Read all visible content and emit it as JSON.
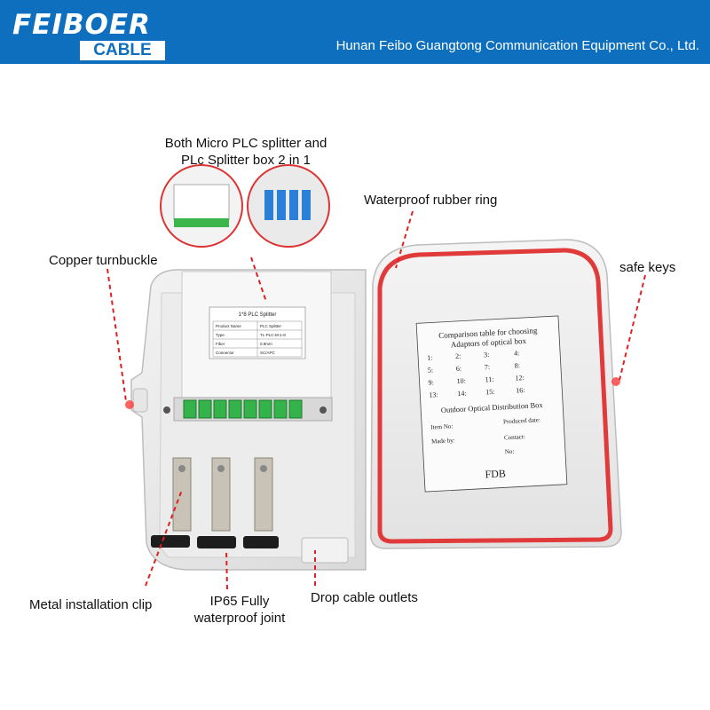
{
  "header": {
    "logo_text": "FEIBOER",
    "logo_subtext": "CABLE",
    "company_name": "Hunan Feibo Guangtong Communication Equipment Co., Ltd.",
    "brand_color": "#0e6fbf"
  },
  "callouts": {
    "plc_combo_line1": "Both Micro PLC splitter and",
    "plc_combo_line2": "PLc Splitter box 2 in 1",
    "waterproof_ring": "Waterproof rubber ring",
    "copper_turnbuckle": "Copper turnbuckle",
    "safe_keys": "safe keys",
    "metal_clip": "Metal installation clip",
    "ip65_line1": "IP65 Fully",
    "ip65_line2": "waterproof joint",
    "drop_cable": "Drop cable outlets",
    "leader_color": "#e02020"
  },
  "splitter_label": {
    "title": "1*8 PLC Splitter",
    "rows": [
      [
        "Product Name",
        "PLC Splitter"
      ],
      [
        "Type",
        "TL-PLC-M-1-8"
      ],
      [
        "Fiber",
        "0.9mm"
      ],
      [
        "Connector",
        "SC/APC"
      ]
    ]
  },
  "comparison_card": {
    "title_line1": "Comparison table for choosing",
    "title_line2": "Adaptors of optical box",
    "numbers": [
      "1:",
      "2:",
      "3:",
      "4:",
      "5:",
      "6:",
      "7:",
      "8:",
      "9:",
      "10:",
      "11:",
      "12:",
      "13:",
      "14:",
      "15:",
      "16:"
    ],
    "box_title": "Outdoor Optical Distribution Box",
    "fields": [
      "Item No:",
      "Produced date:",
      "Made by:",
      "Contact:",
      "No:"
    ],
    "footer": "FDB"
  }
}
